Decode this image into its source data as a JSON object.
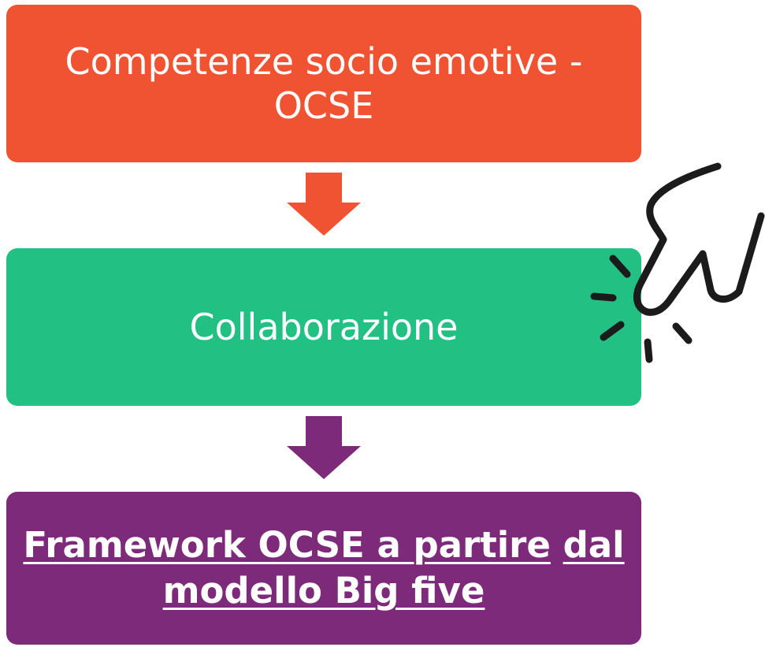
{
  "flow": {
    "box1": {
      "line1": "Competenze socio emotive -",
      "line2": "OCSE",
      "color": "#F05332"
    },
    "box2": {
      "label": "Collaborazione",
      "color": "#22C083"
    },
    "box3": {
      "link1": "Framework OCSE a partire",
      "link2": "dal",
      "link3": "modello Big five",
      "color": "#7E2A7A"
    },
    "arrow1": {
      "color": "#F05332"
    },
    "arrow2": {
      "color": "#7E2A7A"
    }
  },
  "decor": {
    "pointer_icon": "hand-pointer-click-icon",
    "ink_color": "#1B1B1B"
  }
}
